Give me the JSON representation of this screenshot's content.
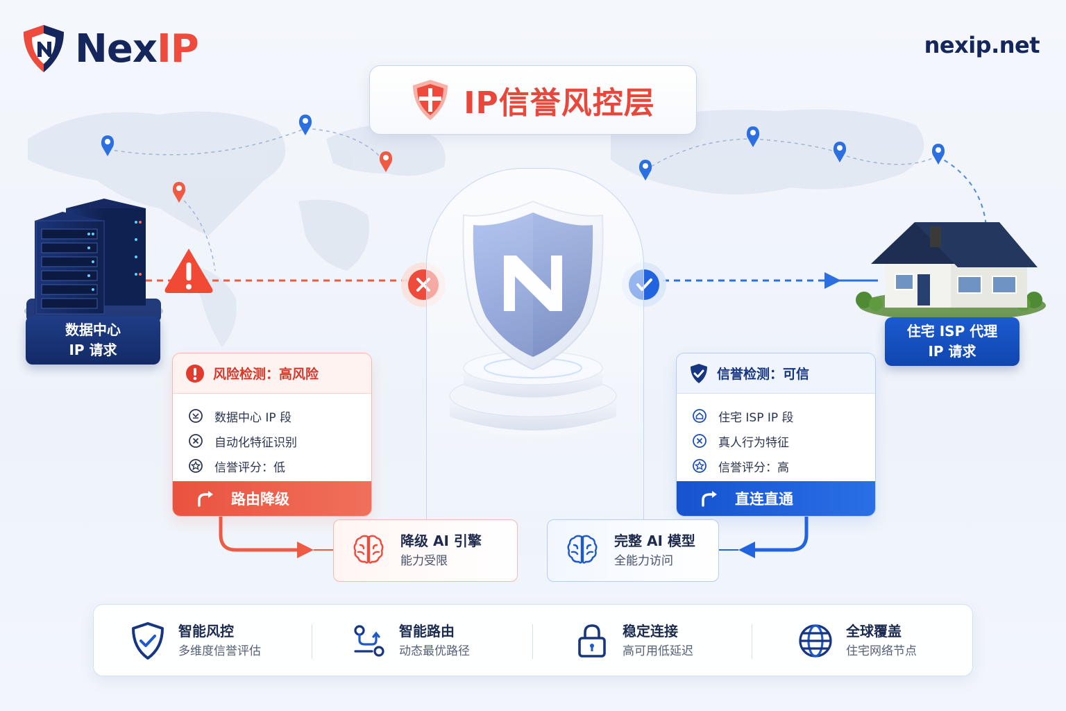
{
  "brand": {
    "name_a": "Nex",
    "name_b": "IP",
    "domain": "nexip.net"
  },
  "title": "IP信誉风控层",
  "left_endpoint": {
    "line1": "数据中心",
    "line2": "IP 请求"
  },
  "right_endpoint": {
    "line1": "住宅 ISP 代理",
    "line2": "IP 请求"
  },
  "risk_panel": {
    "header": "风险检测：高风险",
    "items": [
      "数据中心 IP 段",
      "自动化特征识别",
      "信誉评分：低"
    ],
    "action": "路由降级"
  },
  "trust_panel": {
    "header": "信誉检测：可信",
    "items": [
      "住宅 ISP IP 段",
      "真人行为特征",
      "信誉评分：高"
    ],
    "action": "直连直通"
  },
  "ai_degraded": {
    "title": "降级 AI 引擎",
    "subtitle": "能力受限"
  },
  "ai_full": {
    "title": "完整 AI 模型",
    "subtitle": "全能力访问"
  },
  "features": [
    {
      "title": "智能风控",
      "subtitle": "多维度信誉评估",
      "icon": "shield-check-icon"
    },
    {
      "title": "智能路由",
      "subtitle": "动态最优路径",
      "icon": "route-icon"
    },
    {
      "title": "稳定连接",
      "subtitle": "高可用低延迟",
      "icon": "lock-icon"
    },
    {
      "title": "全球覆盖",
      "subtitle": "住宅网络节点",
      "icon": "globe-icon"
    }
  ],
  "colors": {
    "navy": "#14265c",
    "red": "#ef4b3c",
    "blue": "#1a5ad6"
  }
}
